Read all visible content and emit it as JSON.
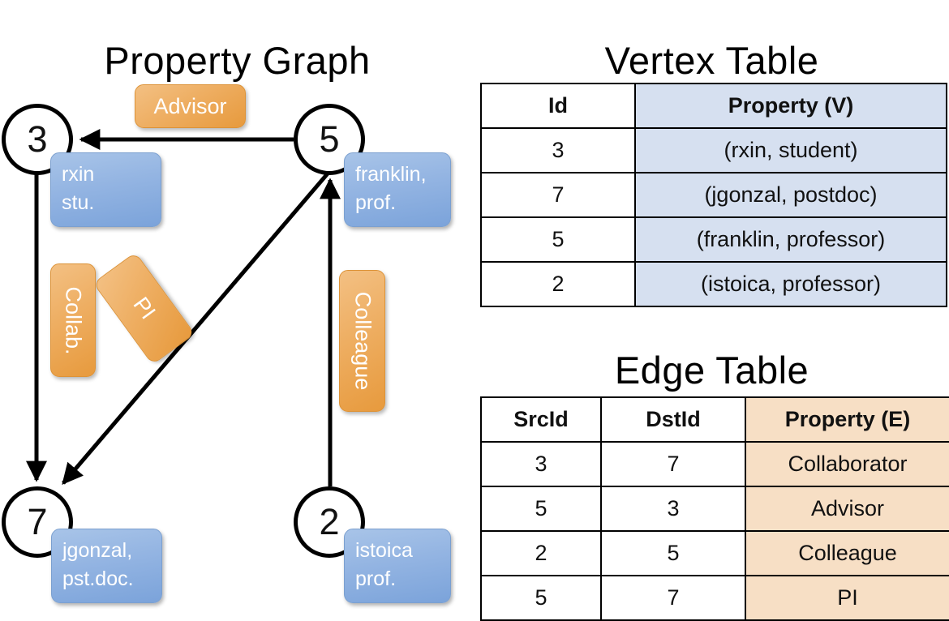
{
  "titles": {
    "property_graph": "Property Graph",
    "vertex_table": "Vertex Table",
    "edge_table": "Edge Table"
  },
  "graph": {
    "nodes": [
      {
        "id": "3",
        "property": [
          "rxin",
          "stu."
        ]
      },
      {
        "id": "5",
        "property": [
          "franklin,",
          "prof."
        ]
      },
      {
        "id": "7",
        "property": [
          "jgonzal,",
          "pst.doc."
        ]
      },
      {
        "id": "2",
        "property": [
          "istoica",
          "prof."
        ]
      }
    ],
    "edge_labels": [
      {
        "name": "advisor",
        "text": "Advisor"
      },
      {
        "name": "collab",
        "text": "Collab."
      },
      {
        "name": "pi",
        "text": "PI"
      },
      {
        "name": "colleague",
        "text": "Colleague"
      }
    ]
  },
  "vertex_table": {
    "headers": [
      "Id",
      "Property (V)"
    ],
    "rows": [
      {
        "id": "3",
        "property": "(rxin, student)"
      },
      {
        "id": "7",
        "property": "(jgonzal, postdoc)"
      },
      {
        "id": "5",
        "property": "(franklin, professor)"
      },
      {
        "id": "2",
        "property": "(istoica, professor)"
      }
    ]
  },
  "edge_table": {
    "headers": [
      "SrcId",
      "DstId",
      "Property (E)"
    ],
    "rows": [
      {
        "src": "3",
        "dst": "7",
        "property": "Collaborator"
      },
      {
        "src": "5",
        "dst": "3",
        "property": "Advisor"
      },
      {
        "src": "2",
        "dst": "5",
        "property": "Colleague"
      },
      {
        "src": "5",
        "dst": "7",
        "property": "PI"
      }
    ]
  },
  "colors": {
    "vertex_property_fill": "#d6e0f0",
    "edge_property_fill": "#f7dfc5",
    "node_callout": "#7ba3da",
    "edge_tag": "#e79a3d",
    "stroke": "#000000"
  }
}
